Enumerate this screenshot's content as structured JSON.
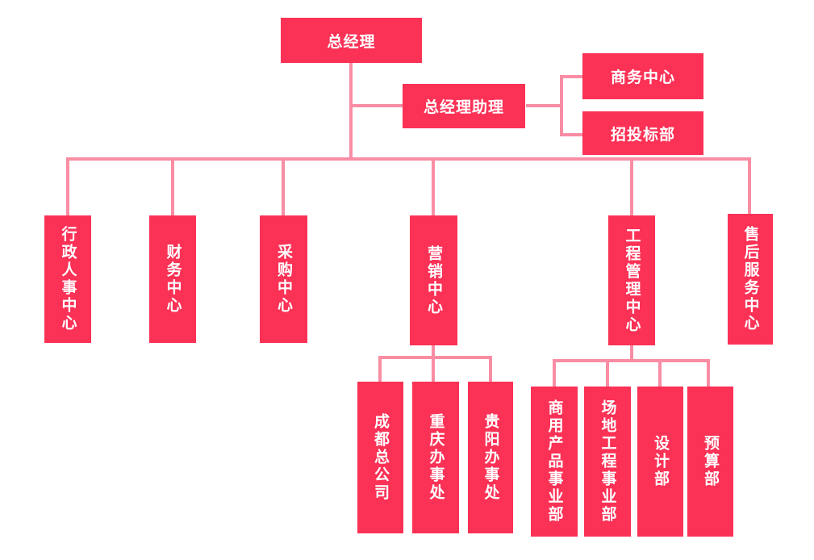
{
  "diagram": {
    "type": "org-chart",
    "colors": {
      "node_fill": "#FB3156",
      "node_text": "#FFFFFF",
      "connector": "#F98DA4",
      "background": "#FFFFFF"
    },
    "nodes": {
      "general_manager": {
        "label": "总经理"
      },
      "gm_assistant": {
        "label": "总经理助理"
      },
      "business_center": {
        "label": "商务中心"
      },
      "bidding_dept": {
        "label": "招投标部"
      },
      "admin_hr_center": {
        "label": "行政人事中心"
      },
      "finance_center": {
        "label": "财务中心"
      },
      "procurement_center": {
        "label": "采购中心"
      },
      "marketing_center": {
        "label": "营销中心"
      },
      "engineering_mgmt_center": {
        "label": "工程管理中心"
      },
      "aftersales_service_center": {
        "label": "售后服务中心"
      },
      "chengdu_head_office": {
        "label": "成都总公司"
      },
      "chongqing_office": {
        "label": "重庆办事处"
      },
      "guiyang_office": {
        "label": "贵阳办事处"
      },
      "commercial_products_division": {
        "label": "商用产品事业部"
      },
      "site_engineering_division": {
        "label": "场地工程事业部"
      },
      "design_dept": {
        "label": "设计部"
      },
      "budget_dept": {
        "label": "预算部"
      }
    },
    "hierarchy": {
      "总经理": {
        "staff_assistant": "总经理助理",
        "assistant_reports": [
          "商务中心",
          "招投标部"
        ],
        "direct_reports": [
          "行政人事中心",
          "财务中心",
          "采购中心",
          "营销中心",
          "工程管理中心",
          "售后服务中心"
        ]
      },
      "营销中心": [
        "成都总公司",
        "重庆办事处",
        "贵阳办事处"
      ],
      "工程管理中心": [
        "商用产品事业部",
        "场地工程事业部",
        "设计部",
        "预算部"
      ]
    }
  }
}
